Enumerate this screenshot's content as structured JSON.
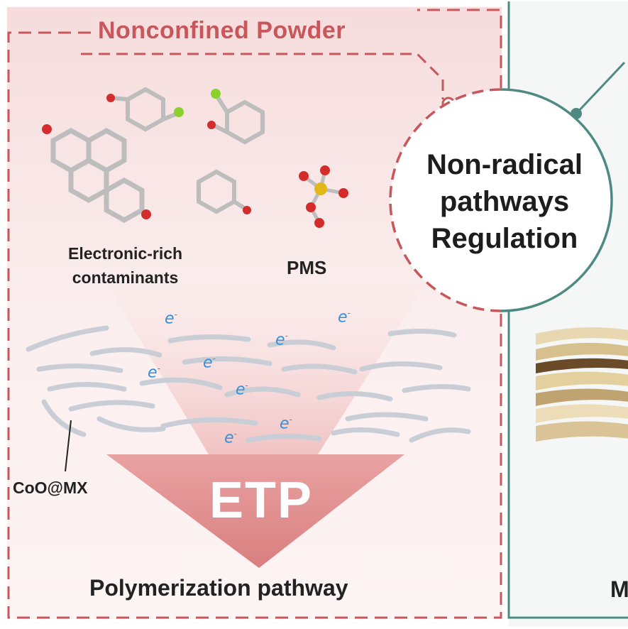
{
  "left_panel": {
    "title": "Nonconfined Powder",
    "contaminants_label_line1": "Electronic-rich",
    "contaminants_label_line2": "contaminants",
    "oxidant_label": "PMS",
    "catalyst_label": "CoO@MX",
    "mechanism_label": "ETP",
    "pathway_label": "Polymerization pathway",
    "electron_symbol": "e",
    "electron_charge": "-"
  },
  "center_node": {
    "line1": "Non-radical",
    "line2": "pathways",
    "line3": "Regulation"
  },
  "right_panel": {
    "pathway_label_partial": "M"
  },
  "colors": {
    "left_theme": "#c8575c",
    "left_background": "#fbe9e9",
    "right_theme": "#4f8a82",
    "electron": "#3b8fd6",
    "funnel": "#e8a4a4"
  }
}
